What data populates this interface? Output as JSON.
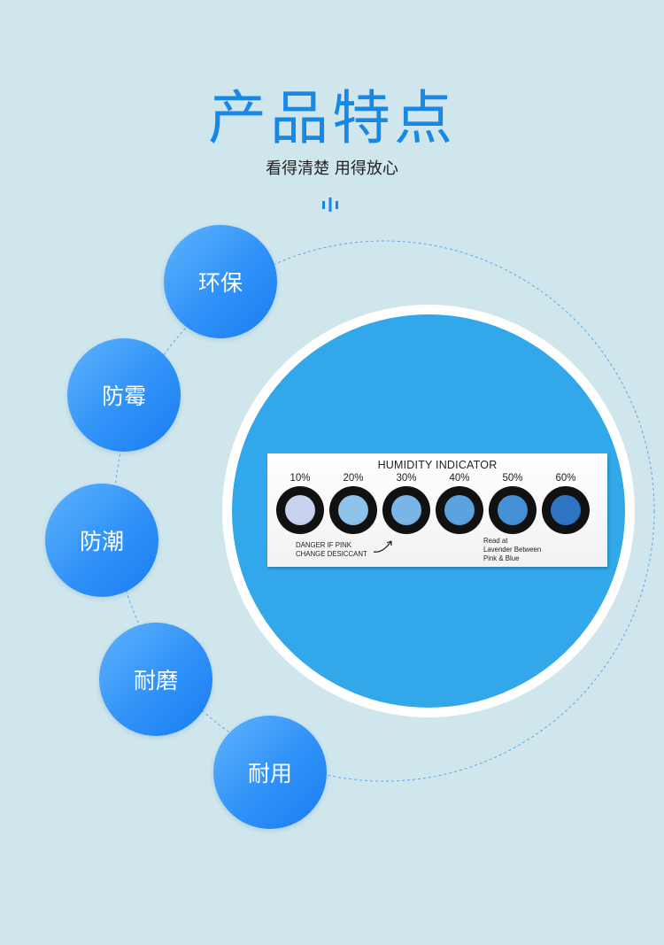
{
  "header": {
    "title": "产品特点",
    "subtitle": "看得清楚 用得放心"
  },
  "features": [
    "环保",
    "防霉",
    "防潮",
    "耐磨",
    "耐用"
  ],
  "indicator_card": {
    "title": "HUMIDITY INDICATOR",
    "levels": [
      "10%",
      "20%",
      "30%",
      "40%",
      "50%",
      "60%"
    ],
    "dot_colors": [
      "#c8d3f0",
      "#8fc3ea",
      "#79b5e6",
      "#5aa3e0",
      "#4690d8",
      "#2e74c2"
    ],
    "warning_note": "DANGER IF PINK\nCHANGE DESICCANT",
    "read_note": "Read at\nLavender Between\nPink & Blue"
  },
  "colors": {
    "background": "#cfe6ec",
    "accent": "#1788e6",
    "circle_fill": "#32a8eb"
  }
}
